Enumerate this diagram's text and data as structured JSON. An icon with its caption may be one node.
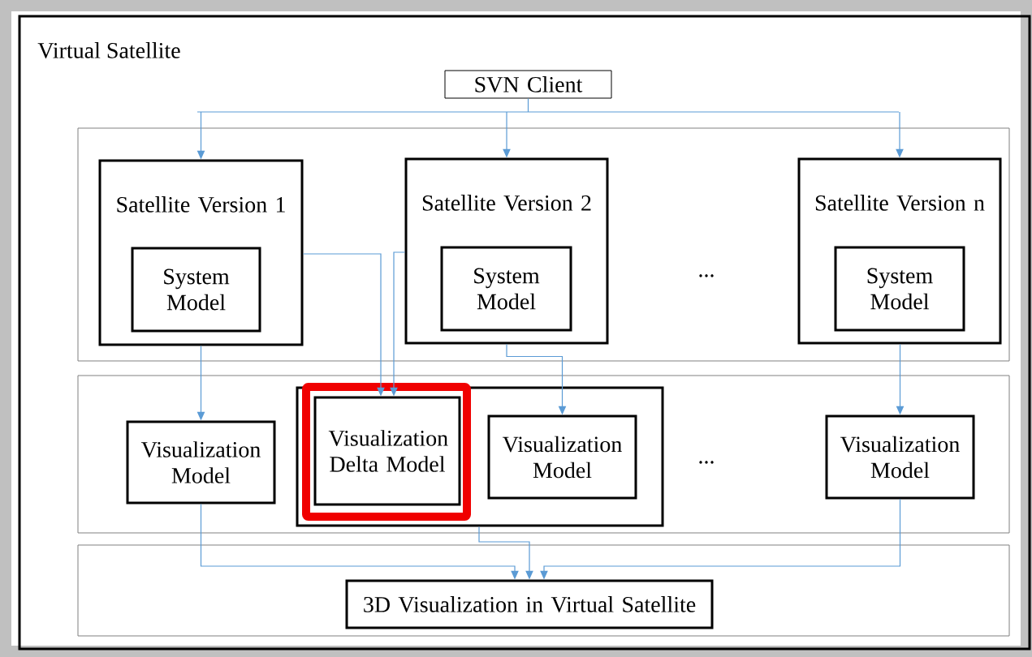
{
  "diagram": {
    "nodes": [
      {
        "text": [
          "Virtual Satellite"
        ]
      },
      {
        "text": [
          "SVN Client"
        ],
        "in": 0
      },
      {
        "text": [],
        "shape": "box",
        "in": 0
      },
      {
        "text": [
          "Satellite Version 1"
        ],
        "in": 2
      },
      {
        "text": [
          "System Model"
        ],
        "in": 3
      },
      {
        "text": [
          "Satellite Version 2"
        ],
        "in": 2
      },
      {
        "text": [
          "System Model"
        ],
        "in": 5
      },
      {
        "text": [
          "Satellite Version n"
        ],
        "in": 2
      },
      {
        "text": [
          "System Model"
        ],
        "in": 7
      },
      {
        "text": [],
        "shape": "box",
        "in": 0
      },
      {
        "text": [
          "Visualization Model"
        ],
        "in": 9
      },
      {
        "text": [],
        "shape": "box",
        "in": 9
      },
      {
        "text": [
          "Visualization Delta Model"
        ],
        "in": 11
      },
      {
        "text": [
          "Visualization Model"
        ],
        "in": 11
      },
      {
        "text": [
          "Visualization Model"
        ],
        "in": 9
      },
      {
        "text": [],
        "shape": "box",
        "in": 0
      },
      {
        "text": [
          "3D Visualization in Virtual Satellite"
        ],
        "in": 15
      }
    ],
    "edges": [
      {
        "from": 1,
        "to": 3,
        "arrow": "to"
      },
      {
        "from": 1,
        "to": 5,
        "arrow": "to"
      },
      {
        "from": 1,
        "to": 7,
        "arrow": "to"
      },
      {
        "from": 3,
        "to": 10,
        "arrow": "to"
      },
      {
        "from": 3,
        "to": 12,
        "arrow": "to"
      },
      {
        "from": 5,
        "to": 12,
        "arrow": "to"
      },
      {
        "from": 5,
        "to": 13,
        "arrow": "to"
      },
      {
        "from": 7,
        "to": 14,
        "arrow": "to"
      },
      {
        "from": 10,
        "to": 16,
        "arrow": "to"
      },
      {
        "from": 11,
        "to": 16,
        "arrow": "to"
      },
      {
        "from": 14,
        "to": 16,
        "arrow": "to"
      }
    ],
    "labels": [
      "...",
      "..."
    ]
  }
}
